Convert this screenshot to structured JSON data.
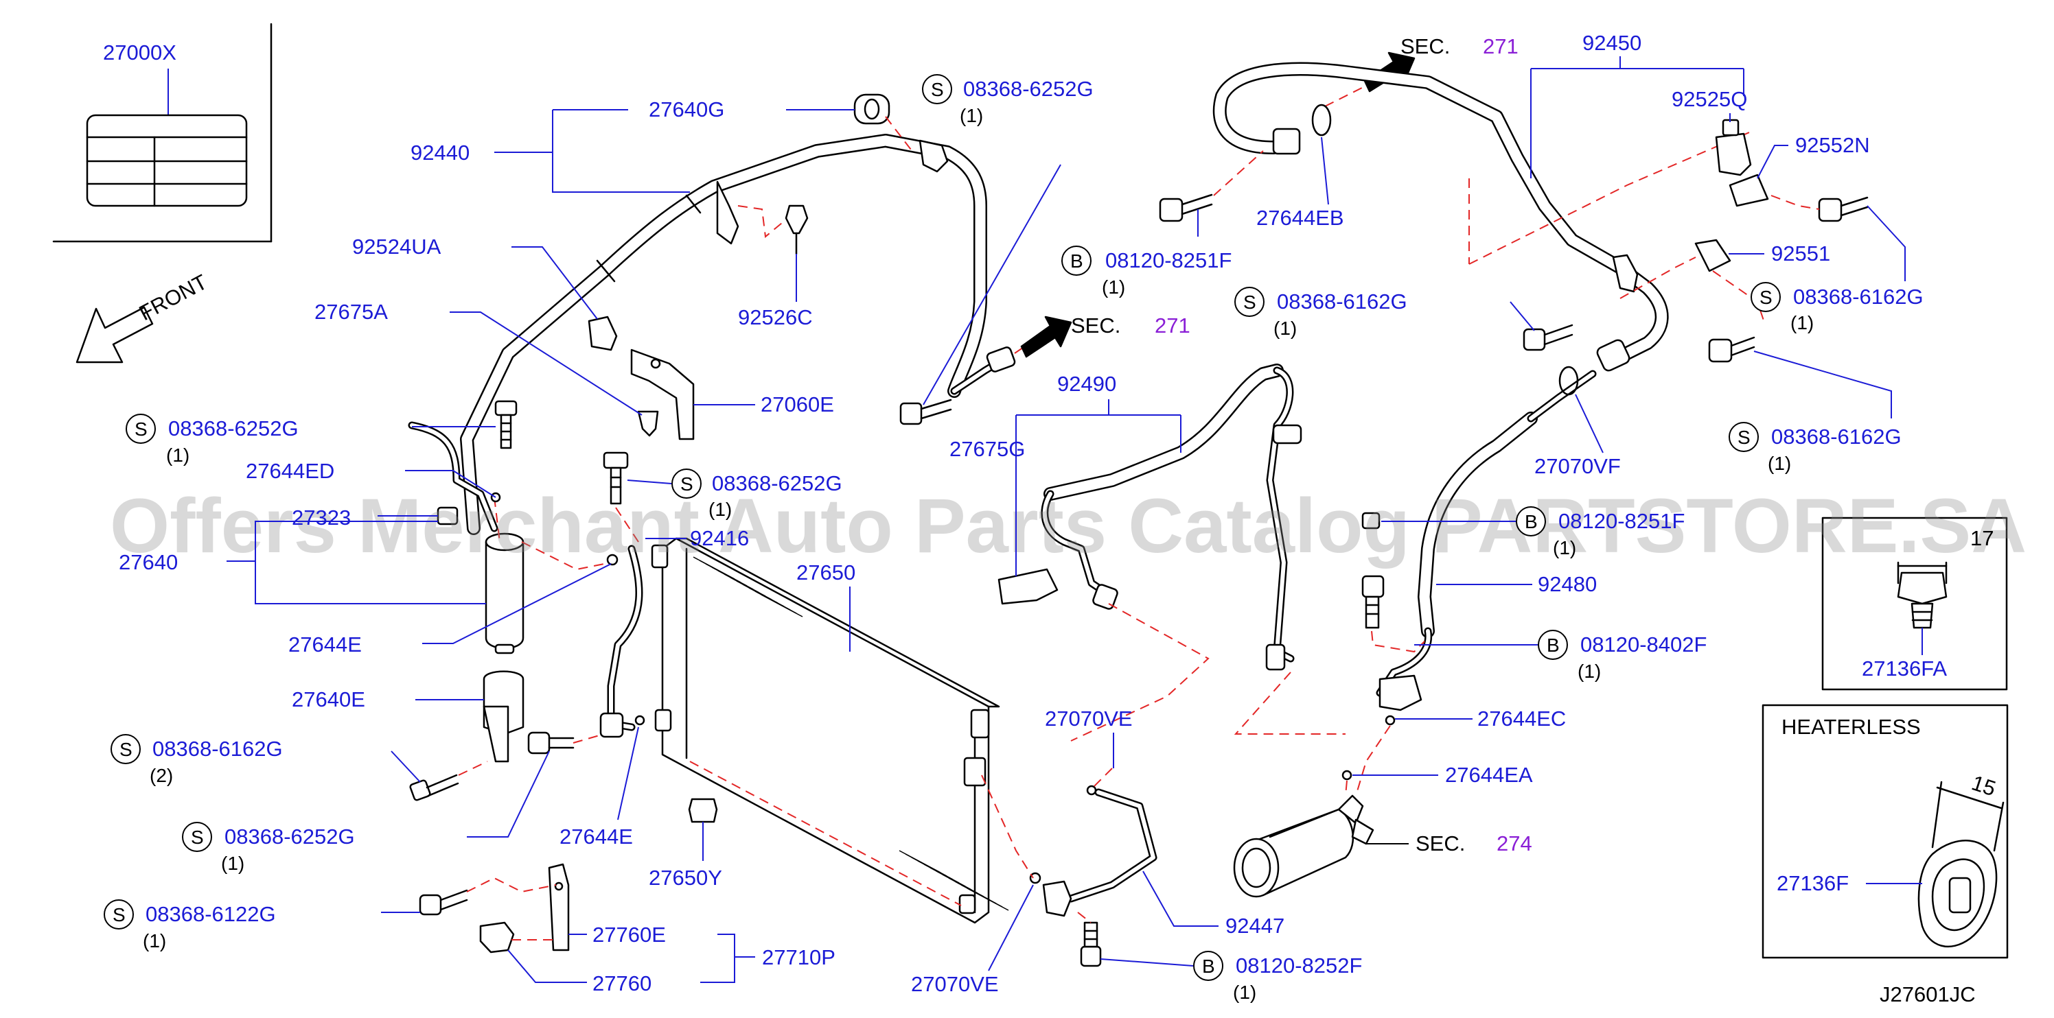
{
  "diagram_code": "J27601JC",
  "watermark": "Offers Merchant Auto Parts Catalog PARTSTORE.SA",
  "front_label": "FRONT",
  "heaterless": "HEATERLESS",
  "s_symbol": "S",
  "b_symbol": "B",
  "colors": {
    "label": "#1b1bd6",
    "leader_dash": "#e32626",
    "section": "#8a1fd6",
    "line": "#000000"
  },
  "parts": {
    "p27000X": "27000X",
    "p92440": "92440",
    "p27640G": "27640G",
    "p92524UA": "92524UA",
    "p27675A": "27675A",
    "p92526C": "92526C",
    "p27060E": "27060E",
    "p27644ED": "27644ED",
    "p27323": "27323",
    "p27640": "27640",
    "p27644E_a": "27644E",
    "p27640E": "27640E",
    "p27644E_b": "27644E",
    "p27650": "27650",
    "p27650Y": "27650Y",
    "p92416": "92416",
    "p27760E": "27760E",
    "p27760": "27760",
    "p27710P": "27710P",
    "p92490": "92490",
    "p27675G": "27675G",
    "p27070VE_a": "27070VE",
    "p27070VE_b": "27070VE",
    "p92447": "92447",
    "p92450": "92450",
    "p92525Q": "92525Q",
    "p92552N": "92552N",
    "p92551": "92551",
    "p27644EB": "27644EB",
    "p27070VF": "27070VF",
    "p92480": "92480",
    "p27644EC": "27644EC",
    "p27644EA": "27644EA",
    "p27136FA": "27136FA",
    "p27136F": "27136F"
  },
  "fasteners": {
    "f1": {
      "code": "08368-6252G",
      "qty": "(1)"
    },
    "f2": {
      "code": "08368-6252G",
      "qty": "(1)"
    },
    "f3": {
      "code": "08368-6252G",
      "qty": "(1)"
    },
    "f4": {
      "code": "08368-6162G",
      "qty": "(2)"
    },
    "f5": {
      "code": "08368-6252G",
      "qty": "(1)"
    },
    "f6": {
      "code": "08368-6122G",
      "qty": "(1)"
    },
    "f7": {
      "code": "08120-8251F",
      "qty": "(1)"
    },
    "f8": {
      "code": "08368-6162G",
      "qty": "(1)"
    },
    "f9": {
      "code": "08368-6162G",
      "qty": "(1)"
    },
    "f10": {
      "code": "08368-6162G",
      "qty": "(1)"
    },
    "f11": {
      "code": "08120-8251F",
      "qty": "(1)"
    },
    "f12": {
      "code": "08120-8402F",
      "qty": "(1)"
    },
    "f13": {
      "code": "08120-8252F",
      "qty": "(1)"
    }
  },
  "sections": {
    "sec1": {
      "text": "SEC.",
      "num": "271"
    },
    "sec2": {
      "text": "SEC.",
      "num": "271"
    },
    "sec3": {
      "text": "SEC.",
      "num": "274"
    }
  },
  "dims": {
    "d1": "15",
    "d2": "17"
  }
}
